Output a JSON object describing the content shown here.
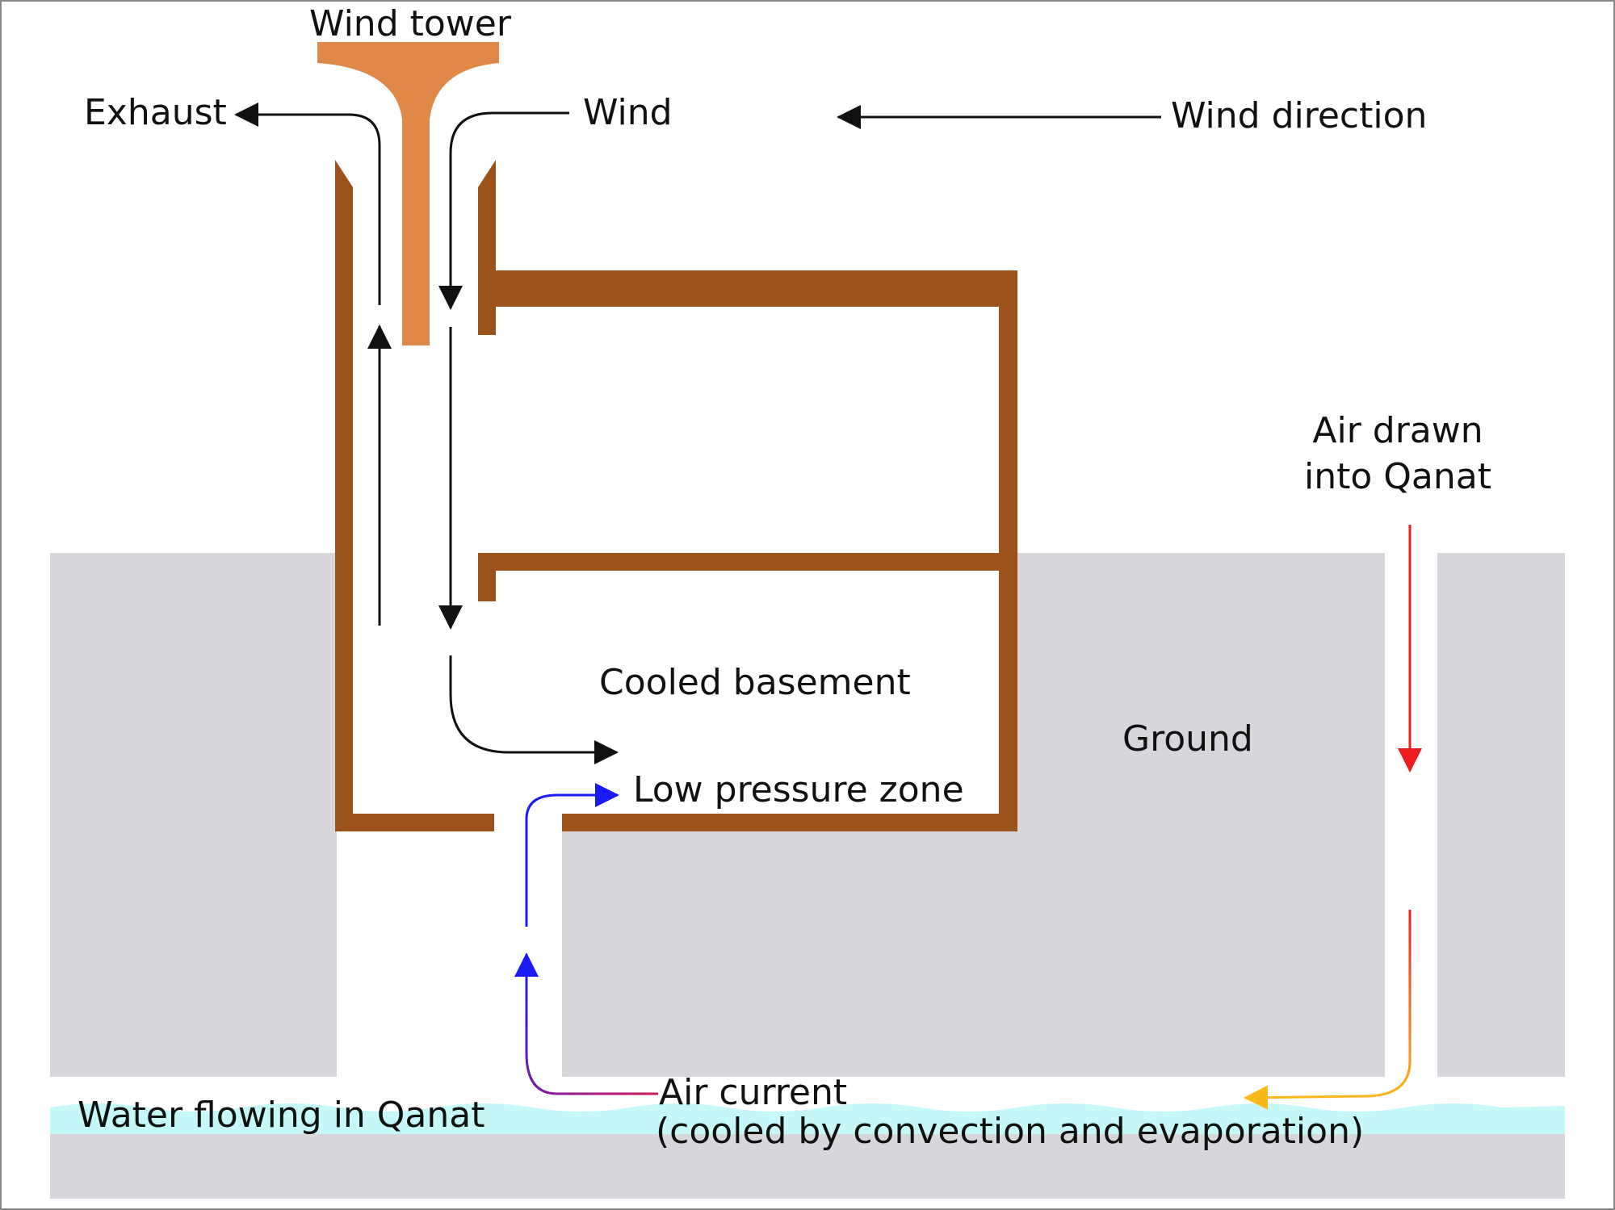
{
  "labels": {
    "wind_tower": "Wind tower",
    "exhaust": "Exhaust",
    "wind": "Wind",
    "wind_direction": "Wind direction",
    "air_drawn_line1": "Air drawn",
    "air_drawn_line2": "into Qanat",
    "cooled_basement": "Cooled basement",
    "ground": "Ground",
    "low_pressure_zone": "Low pressure zone",
    "air_current_line1": "Air current",
    "air_current_line2": "(cooled by convection and evaporation)",
    "water_flowing": "Water flowing in Qanat"
  },
  "colors": {
    "ground": "#d8d6da",
    "water": "#c6f8fa",
    "walls": "#9c521b",
    "tower_cap": "#e08848",
    "warm_air": "#ee1c1c",
    "cool_air": "#1a1af2",
    "transition_air": "#f8b81a",
    "wind_arrows": "#111111",
    "frame": "#888888"
  }
}
